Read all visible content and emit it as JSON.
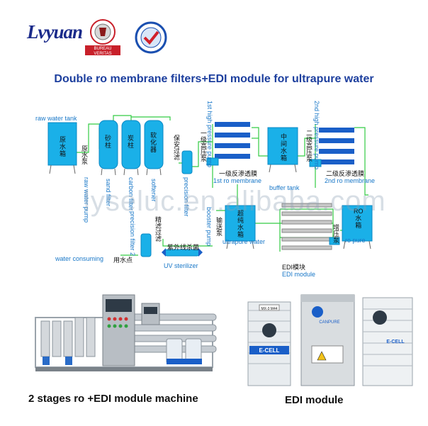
{
  "header": {
    "brand": "Lvyuan",
    "bv_text1": "BUREAU",
    "bv_text2": "VERITAS"
  },
  "title": "Double ro membrane filters+EDI module for ultrapure water",
  "watermark": "lyseluc.en.alibaba.com",
  "labels": {
    "raw_water_tank": "raw water tank",
    "raw_tank_cn": "原\n水\n箱",
    "raw_pump_cn": "原水泵",
    "raw_pump_en": "raw water pump",
    "sand_cn": "砂\n柱",
    "sand_en": "sand filter",
    "carbon_cn": "炭\n柱",
    "carbon_en": "carbon filter",
    "soft_cn": "软\n化\n器",
    "soft_en": "softener",
    "security_cn": "保安过滤",
    "precision_en": "precision filter",
    "hp1_en": "1st high pressure pump",
    "hp1_cn": "一级高压泵",
    "ro1_cn": "一级反渗透膜",
    "ro1_en": "1st ro membrane",
    "buffer_cn": "中\n间\n水\n箱",
    "buffer_en": "buffer tank",
    "hp2_en": "2nd high pressure pump",
    "hp2_cn": "二级高压泵",
    "ro2_cn": "二级反渗透膜",
    "ro2_en": "2nd ro membrane",
    "ultrapure_cn": "超\n纯\n水\n箱",
    "ultrapure_en": "ultrapure water",
    "delivery_cn": "输送泵",
    "booster_en": "booster pump",
    "edi_cn": "EDI模块",
    "edi_en": "EDI module",
    "ro_tank_cn": "RO\n水\n箱",
    "ro_tank_en": "ro pure",
    "boost_cn": "增压泵",
    "fine_filter_cn": "精滤过滤",
    "precision2_en": "precision filter 2",
    "uv_cn": "紫外线杀菌",
    "uv_en": "UV sterilizer",
    "consume_en": "water consuming",
    "consume_cn": "用水点"
  },
  "captions": {
    "machine": "2 stages ro +EDI module machine",
    "edi": "EDI module"
  },
  "photo_text": {
    "ecell": "E-CELL",
    "canpure": "CANPURE",
    "ecell2": "E-CELL",
    "mx": "MX-3 M44"
  },
  "colors": {
    "tank": "#1ab0e8",
    "tank_dark": "#0b88c4",
    "pipe": "#33cc44",
    "membrane": "#1a5fc8",
    "label_blue": "#1a78c8",
    "title_blue": "#1d3f9e"
  }
}
